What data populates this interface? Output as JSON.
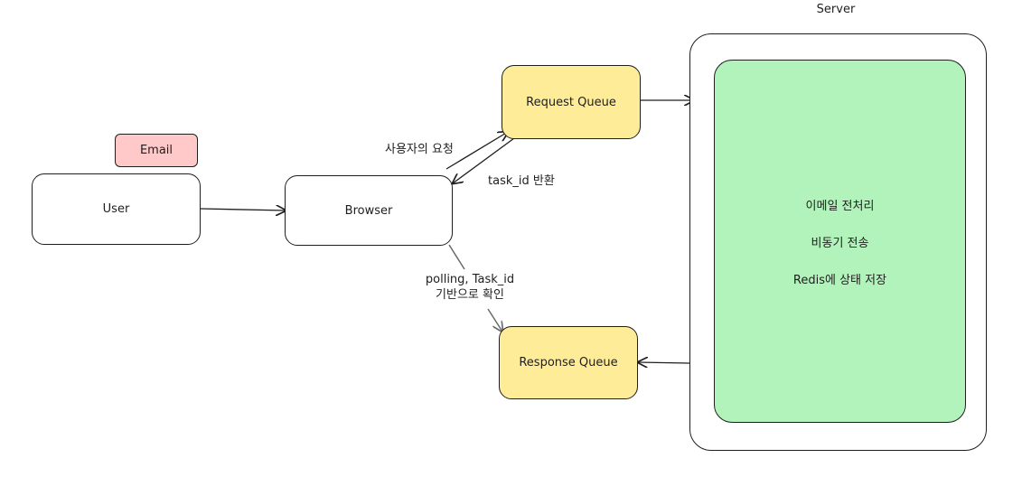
{
  "nodes": {
    "email": "Email",
    "user": "User",
    "browser": "Browser",
    "request_queue": "Request Queue",
    "response_queue": "Response Queue",
    "server_title": "Server"
  },
  "server_steps": [
    "이메일 전처리",
    "비동기 전송",
    "Redis에 상태 저장"
  ],
  "edge_labels": {
    "user_request": "사용자의 요청",
    "task_id_return": "task_id 반환",
    "polling_line1": "polling, Task_id",
    "polling_line2": "기반으로 확인"
  },
  "colors": {
    "stroke": "#1e1e1e",
    "queue_fill": "#ffec99",
    "server_inner_fill": "#b2f2bb",
    "email_fill": "#ffc9c9",
    "polling_arrow": "#6b6b6b"
  }
}
